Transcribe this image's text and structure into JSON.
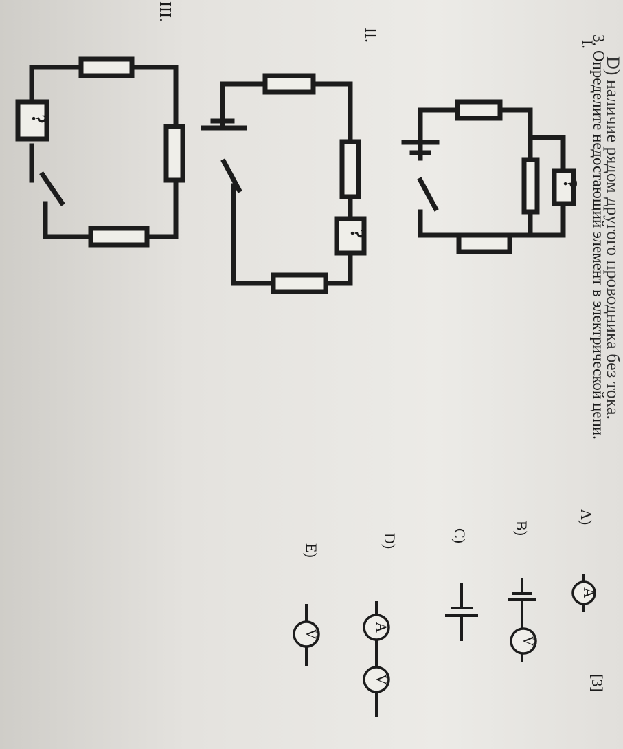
{
  "previous_line": "D) наличие рядом другого проводника без тока.",
  "question": {
    "number": "3.",
    "text": "Определите недостающий элемент в электрической цепи.",
    "marks": "[3]"
  },
  "circuits": [
    {
      "label": "I.",
      "unknown": "?"
    },
    {
      "label": "II.",
      "unknown": "?"
    },
    {
      "label": "III.",
      "unknown": "?"
    }
  ],
  "options": [
    {
      "letter": "A)",
      "symbols": [
        "A"
      ],
      "icon": "ammeter-icon"
    },
    {
      "letter": "B)",
      "symbols": [
        "V"
      ],
      "icon": "battery-and-voltmeter-icon"
    },
    {
      "letter": "C)",
      "symbols": [],
      "icon": "battery-icon"
    },
    {
      "letter": "D)",
      "symbols": [
        "A",
        "V"
      ],
      "icon": "ammeter-and-voltmeter-icon"
    },
    {
      "letter": "E)",
      "symbols": [
        "V"
      ],
      "icon": "voltmeter-icon"
    }
  ]
}
